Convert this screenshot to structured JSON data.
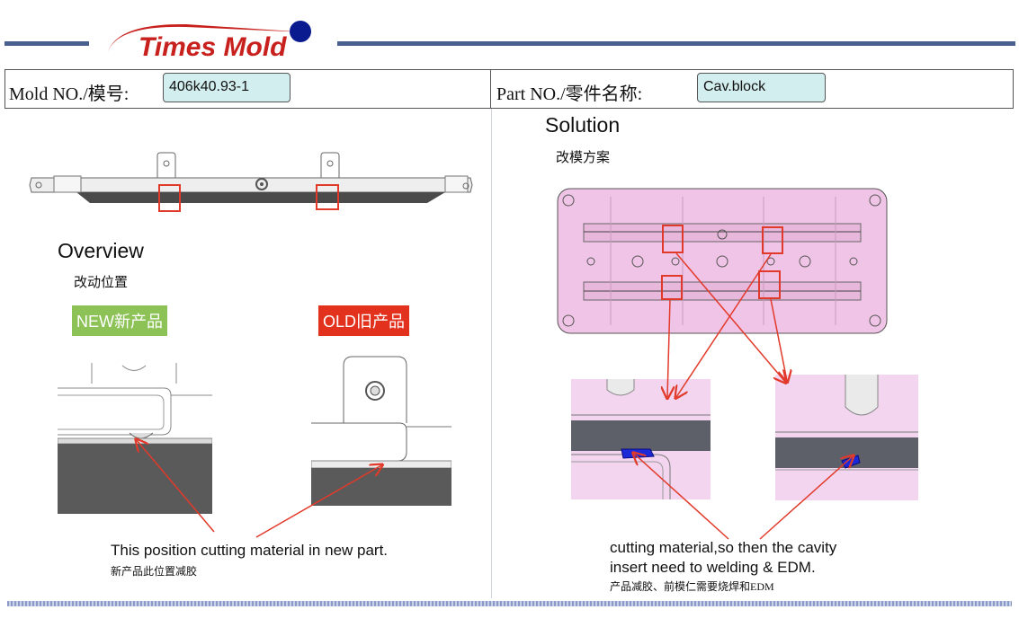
{
  "header": {
    "logo_text": "Times Mold",
    "brand_color": "#c8201c",
    "line_color": "#4a5f8e"
  },
  "info": {
    "mold_label": "Mold NO./模号:",
    "mold_value": "406k40.93-1",
    "part_label": "Part NO./零件名称:",
    "part_value": "Cav.block"
  },
  "overview": {
    "title": "Overview",
    "subtitle": "改动位置",
    "new_tag": "NEW新产品",
    "old_tag": "OLD旧产品",
    "caption_en": "This position cutting material in new part.",
    "caption_cn": "新产品此位置减胶"
  },
  "solution": {
    "title": "Solution",
    "subtitle": "改模方案",
    "caption_en_1": "cutting material,so then the cavity",
    "caption_en_2": "insert need to welding & EDM.",
    "caption_cn": "产品减胶、前模仁需要烧焊和EDM"
  },
  "colors": {
    "new_tag_bg": "#8dc257",
    "old_tag_bg": "#e2321e",
    "marker": "#e23a2a",
    "cavity_pink": "#f0c4e6",
    "input_bg": "#d3eeef"
  }
}
